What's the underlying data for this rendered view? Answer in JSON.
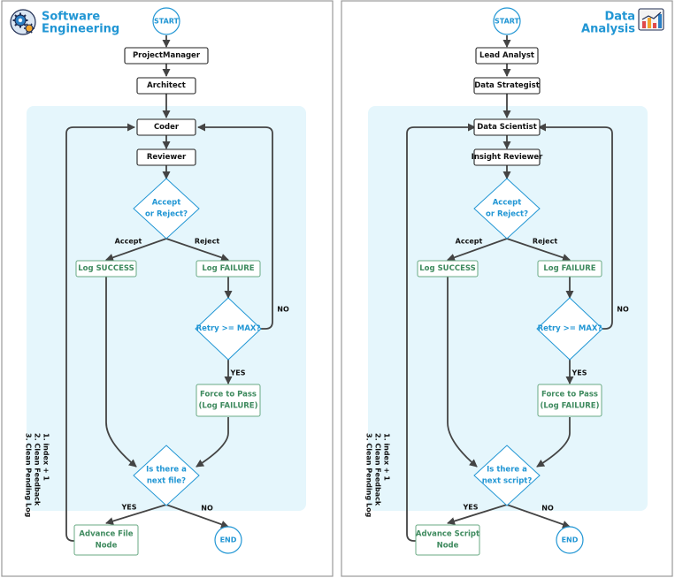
{
  "colors": {
    "region_fill": "#e5f6fc",
    "panel_border": "#9a9a9a",
    "blue": "#2196d4",
    "green": "#3e8a5e",
    "green_border": "#68a983",
    "arrow": "#444444",
    "dark_text": "#111111"
  },
  "icons": {
    "left": "gears-icon",
    "right": "bar-chart-icon"
  },
  "panels": [
    {
      "title_line1": "Software",
      "title_line2": "Engineering",
      "start": "START",
      "end": "END",
      "role1": "ProjectManager",
      "role2": "Architect",
      "role3": "Coder",
      "role4": "Reviewer",
      "decision_accept": [
        "Accept",
        "or Reject?"
      ],
      "label_accept": "Accept",
      "label_reject": "Reject",
      "log_success": "Log SUCCESS",
      "log_failure": "Log FAILURE",
      "retry": "Retry >= MAX?",
      "label_no": "NO",
      "label_yes": "YES",
      "force_pass": [
        "Force to Pass",
        "(Log FAILURE)"
      ],
      "next_item": [
        "Is there a",
        "next file?"
      ],
      "label_yes2": "YES",
      "label_no2": "NO",
      "advance": [
        "Advance File",
        "Node"
      ],
      "loop_notes": [
        "1. index + 1",
        "2. Clean Feedback",
        "3. Clean Pending Log"
      ]
    },
    {
      "title_line1": "Data",
      "title_line2": "Analysis",
      "start": "START",
      "end": "END",
      "role1": "Lead Analyst",
      "role2": "Data Strategist",
      "role3": "Data Scientist",
      "role4": "Insight Reviewer",
      "decision_accept": [
        "Accept",
        "or Reject?"
      ],
      "label_accept": "Accept",
      "label_reject": "Reject",
      "log_success": "Log SUCCESS",
      "log_failure": "Log FAILURE",
      "retry": "Retry >= MAX?",
      "label_no": "NO",
      "label_yes": "YES",
      "force_pass": [
        "Force to Pass",
        "(Log FAILURE)"
      ],
      "next_item": [
        "Is there a",
        "next script?"
      ],
      "label_yes2": "YES",
      "label_no2": "NO",
      "advance": [
        "Advance Script",
        "Node"
      ],
      "loop_notes": [
        "1. index + 1",
        "2. Clean Feedback",
        "3. Clean Pending Log"
      ]
    }
  ]
}
